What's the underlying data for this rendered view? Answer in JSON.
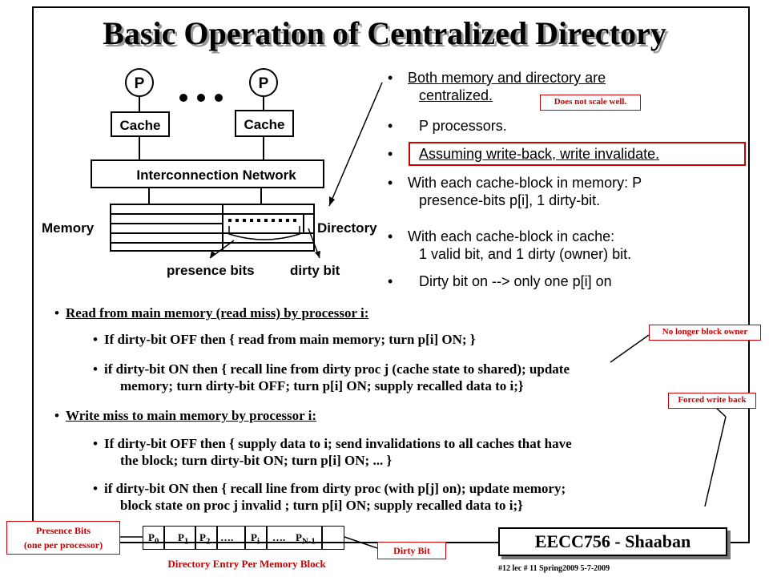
{
  "title": "Basic Operation of Centralized Directory",
  "diagram": {
    "proc_label": "P",
    "cache_label": "Cache",
    "network_label": "Interconnection Network",
    "memory_label": "Memory",
    "directory_label": "Directory",
    "presence_bits_label": "presence bits",
    "dirty_bit_label": "dirty bit"
  },
  "bullets": [
    {
      "l1": "Both memory and directory are",
      "l2": "centralized."
    },
    {
      "l1": "P processors."
    },
    {
      "l1": "Assuming write-back, write invalidate."
    },
    {
      "l1": "With each cache-block in memory: P",
      "l2": "presence-bits p[i], 1 dirty-bit."
    },
    {
      "l1": "With each cache-block in cache:",
      "l2": "1 valid bit, and 1 dirty (owner) bit."
    },
    {
      "l1": "Dirty bit on -->  only one p[i] on"
    }
  ],
  "notes": {
    "no_scale": "Does not scale well.",
    "no_owner": "No longer block owner",
    "forced_wb": "Forced write back",
    "presence_bits": "Presence Bits",
    "per_proc": "(one per processor)",
    "dirty_bit": "Dirty Bit"
  },
  "read_section": {
    "heading": "Read from main memory (read miss) by processor i:",
    "items": [
      {
        "l1": "If dirty-bit OFF then { read from main memory; turn p[i] ON; }"
      },
      {
        "l1": "if dirty-bit ON   then { recall line from dirty proc j (cache state to shared); update",
        "l2": "memory; turn dirty-bit OFF; turn p[i] ON; supply recalled data to i;}"
      }
    ]
  },
  "write_section": {
    "heading": "Write miss to main memory by processor i:",
    "items": [
      {
        "l1": "If dirty-bit OFF then { supply data to i; send invalidations to all caches that have",
        "l2": "the block; turn dirty-bit ON; turn p[i] ON; ... }"
      },
      {
        "l1": "if dirty-bit ON   then { recall line from dirty proc (with p[j] on); update memory;",
        "l2": "block state on proc j invalid ; turn p[i] ON; supply recalled data to i;}"
      }
    ]
  },
  "entry": {
    "p0": "P",
    "p0_sub": "0",
    "p1": "P",
    "p1_sub": "1",
    "p2": "P",
    "p2_sub": "2",
    "dots1": "….",
    "pi": "P",
    "pi_sub": "i",
    "dots2": "….",
    "pn": "P",
    "pn_sub": "N-1",
    "caption": "Directory Entry Per Memory Block"
  },
  "badge": "EECC756 - Shaaban",
  "footer": "#12   lec # 11    Spring2009    5-7-2009"
}
